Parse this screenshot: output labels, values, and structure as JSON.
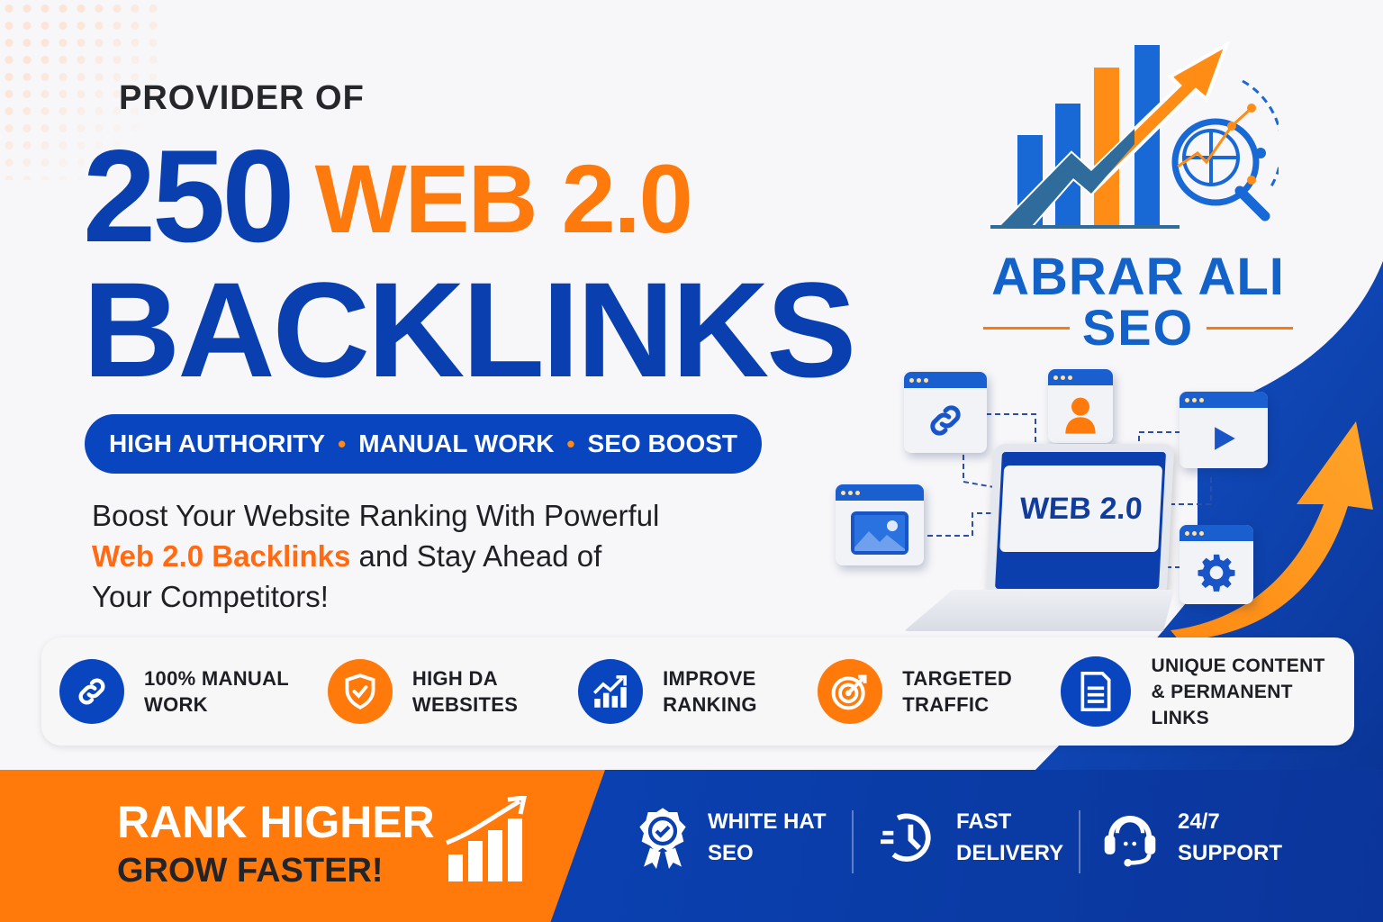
{
  "headline": {
    "eyebrow": "PROVIDER OF",
    "count": "250",
    "type": "WEB 2.0",
    "product": "BACKLINKS"
  },
  "highlights_pill": {
    "items": [
      "HIGH AUTHORITY",
      "MANUAL WORK",
      "SEO BOOST"
    ],
    "separator": "•"
  },
  "tagline": {
    "line1": "Boost Your Website Ranking With Powerful",
    "highlight": "Web 2.0 Backlinks",
    "line2_rest": " and Stay Ahead of",
    "line3": "Your Competitors!"
  },
  "brand": {
    "name": "ABRAR ALI",
    "sub": "SEO"
  },
  "illustration": {
    "laptop_label": "WEB 2.0",
    "windows": [
      "link-icon",
      "user-icon",
      "play-icon",
      "image-icon",
      "gear-icon"
    ]
  },
  "features": [
    {
      "line1": "100% MANUAL",
      "line2": "WORK",
      "icon": "link-icon",
      "color": "#0a45c0"
    },
    {
      "line1": "HIGH DA",
      "line2": "WEBSITES",
      "icon": "shield-check-icon",
      "color": "#ff7a0a"
    },
    {
      "line1": "IMPROVE",
      "line2": "RANKING",
      "icon": "chart-up-icon",
      "color": "#0a45c0"
    },
    {
      "line1": "TARGETED",
      "line2": "TRAFFIC",
      "icon": "target-icon",
      "color": "#ff7a0a"
    },
    {
      "line1": "UNIQUE CONTENT",
      "line2": "& PERMANENT LINKS",
      "icon": "document-icon",
      "color": "#0a45c0"
    }
  ],
  "cta": {
    "line1": "RANK HIGHER",
    "line2": "GROW FASTER!"
  },
  "guarantees": [
    {
      "line1": "WHITE HAT",
      "line2": "SEO",
      "icon": "badge-check-icon"
    },
    {
      "line1": "FAST",
      "line2": "DELIVERY",
      "icon": "clock-icon"
    },
    {
      "line1": "24/7",
      "line2": "SUPPORT",
      "icon": "headset-icon"
    }
  ],
  "colors": {
    "primary_blue": "#0a3fb0",
    "accent_orange": "#ff7a0d",
    "text_dark": "#1e2024",
    "background": "#f7f7f9"
  }
}
